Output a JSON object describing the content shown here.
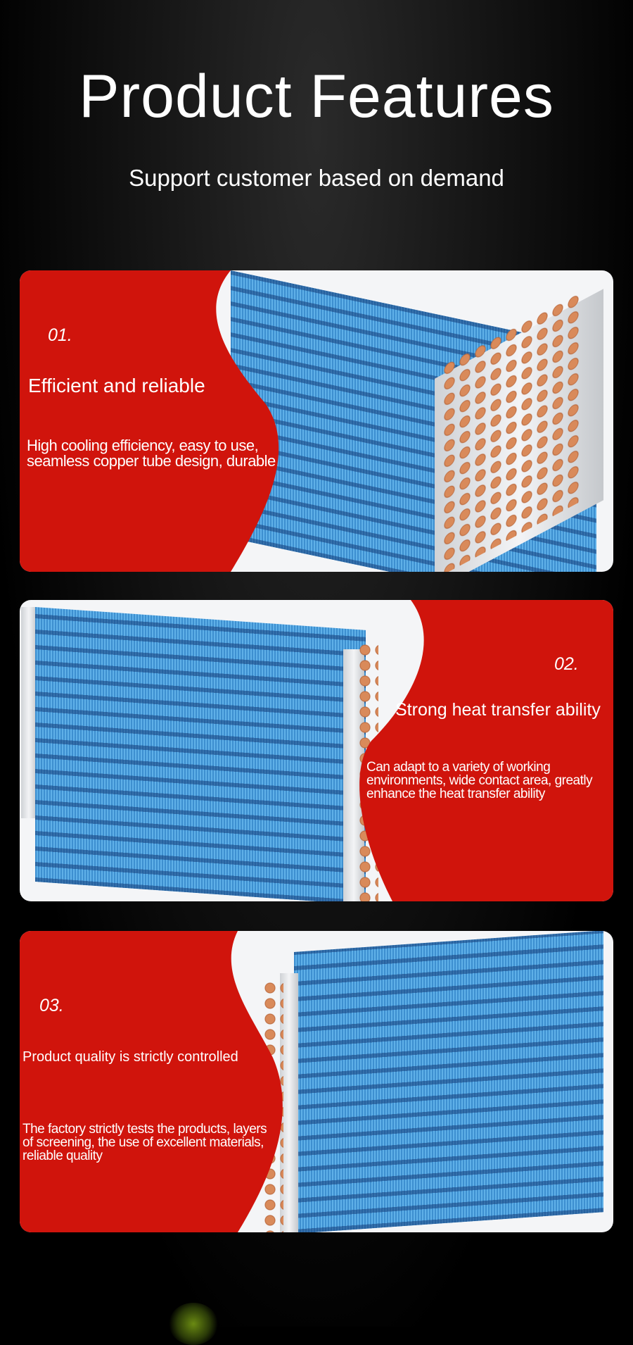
{
  "header": {
    "title": "Product Features",
    "subtitle": "Support customer based on demand"
  },
  "features": [
    {
      "number": "01.",
      "heading": "Efficient and reliable",
      "body": "High cooling efficiency, easy to use, seamless copper tube design, durable"
    },
    {
      "number": "02.",
      "heading": "Strong heat transfer ability",
      "body": "Can adapt to a variety of working environments, wide contact area, greatly enhance the heat transfer ability"
    },
    {
      "number": "03.",
      "heading": "Product quality is strictly controlled",
      "body": "The factory strictly tests the products, layers of screening, the use of excellent materials, reliable quality"
    }
  ],
  "colors": {
    "accent_red": "#d0140c",
    "background": "#000000",
    "fin_blue": "#4a9ad8",
    "copper": "#c87848"
  }
}
